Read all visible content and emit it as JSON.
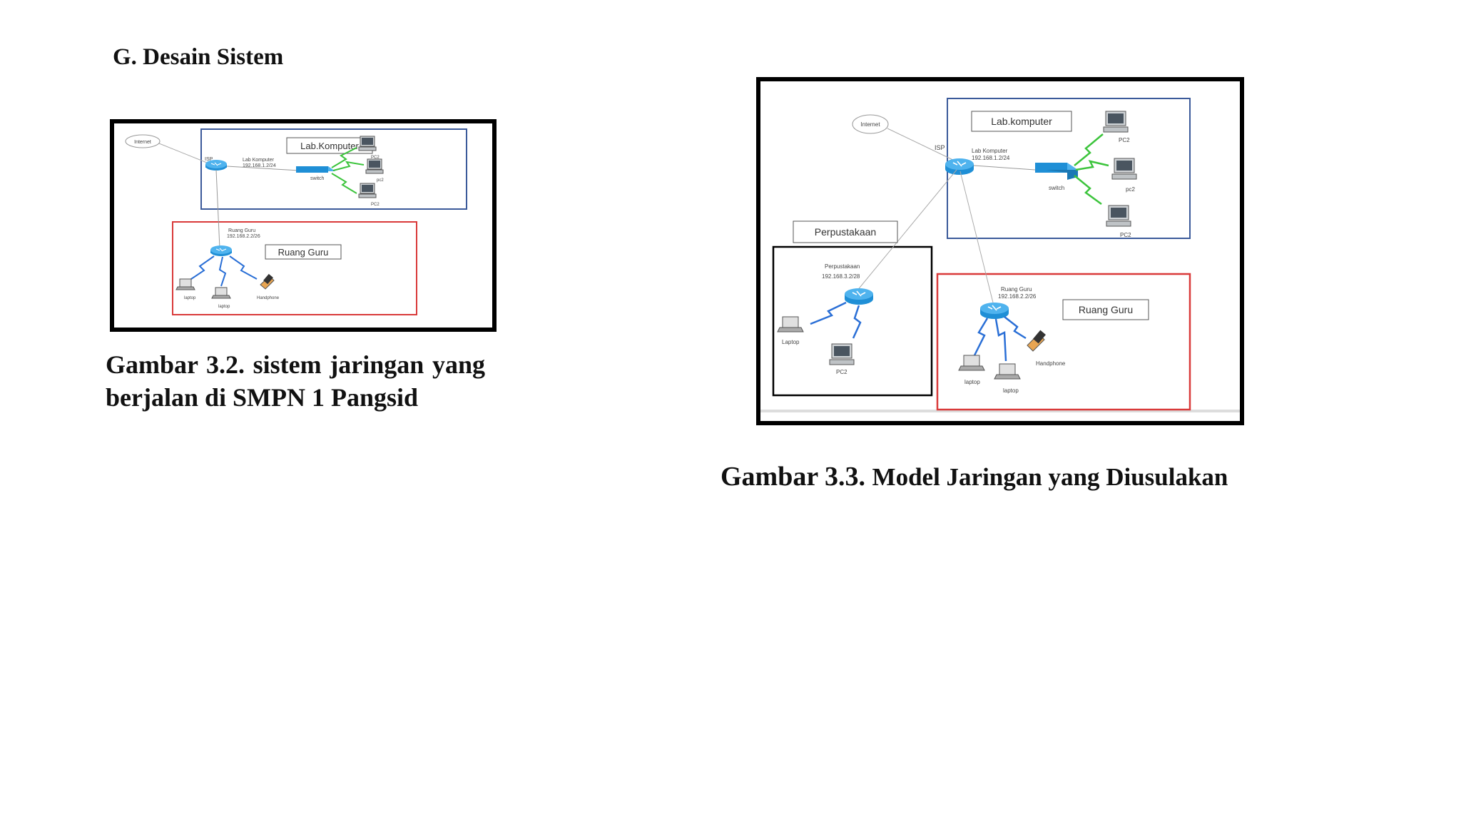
{
  "heading": "G. Desain Sistem",
  "fig1": {
    "caption": "Gambar 3.2. sistem jaringan yang berjalan di SMPN 1 Pangsid",
    "internet": "Internet",
    "isp": "ISP",
    "lab_title": "Lab.Komputer",
    "lab_router_label": "Lab Komputer",
    "lab_router_ip": "192.168.1.2/24",
    "switch": "switch",
    "pc_labels": [
      "PC2",
      "pc2",
      "PC2"
    ],
    "guru_title": "Ruang Guru",
    "guru_router_label": "Ruang Guru",
    "guru_router_ip": "192.168.2.2/26",
    "guru_devices": [
      "laptop",
      "laptop",
      "Handphone"
    ]
  },
  "fig2": {
    "caption_num": "Gambar 3.3.",
    "caption_text": "Model Jaringan yang Diusulakan",
    "internet": "Internet",
    "isp": "ISP",
    "lab_title": "Lab.komputer",
    "lab_router_label": "Lab Komputer",
    "lab_router_ip": "192.168.1.2/24",
    "switch": "switch",
    "pc_labels": [
      "PC2",
      "pc2",
      "PC2"
    ],
    "perpus_title": "Perpustakaan",
    "perpus_router_label": "Perpustakaan",
    "perpus_router_ip": "192.168.3.2/28",
    "perpus_devices": [
      "Laptop",
      "PC2"
    ],
    "guru_title": "Ruang Guru",
    "guru_router_label": "Ruang Guru",
    "guru_router_ip": "192.168.2.2/26",
    "guru_devices": [
      "laptop",
      "laptop",
      "Handphone"
    ]
  },
  "colors": {
    "lab_box": "#3b5a9a",
    "guru_box": "#d93a3a",
    "perpus_box": "#000000",
    "router": "#1f8fd6",
    "wireless": "#2a6fd6",
    "lan_green": "#3cc43c"
  }
}
